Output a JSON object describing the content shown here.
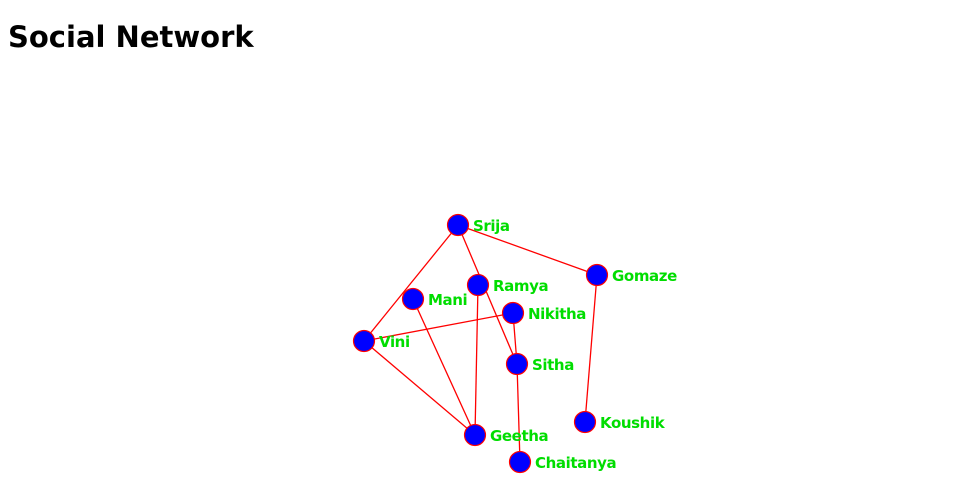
{
  "title": "Social Network",
  "colors": {
    "node_fill": "#0000ff",
    "node_stroke": "#ff0000",
    "edge": "#ff0000",
    "label": "#00dd00",
    "title": "#000000"
  },
  "nodes": [
    {
      "id": "Srija",
      "label": "Srija"
    },
    {
      "id": "Gomaze",
      "label": "Gomaze"
    },
    {
      "id": "Ramya",
      "label": "Ramya"
    },
    {
      "id": "Mani",
      "label": "Mani"
    },
    {
      "id": "Nikitha",
      "label": "Nikitha"
    },
    {
      "id": "Vini",
      "label": "Vini"
    },
    {
      "id": "Sitha",
      "label": "Sitha"
    },
    {
      "id": "Koushik",
      "label": "Koushik"
    },
    {
      "id": "Geetha",
      "label": "Geetha"
    },
    {
      "id": "Chaitanya",
      "label": "Chaitanya"
    }
  ],
  "edges": [
    {
      "source": "Srija",
      "target": "Gomaze"
    },
    {
      "source": "Srija",
      "target": "Vini"
    },
    {
      "source": "Srija",
      "target": "Sitha"
    },
    {
      "source": "Gomaze",
      "target": "Koushik"
    },
    {
      "source": "Ramya",
      "target": "Geetha"
    },
    {
      "source": "Mani",
      "target": "Geetha"
    },
    {
      "source": "Vini",
      "target": "Geetha"
    },
    {
      "source": "Vini",
      "target": "Nikitha"
    },
    {
      "source": "Nikitha",
      "target": "Sitha"
    },
    {
      "source": "Sitha",
      "target": "Chaitanya"
    }
  ]
}
